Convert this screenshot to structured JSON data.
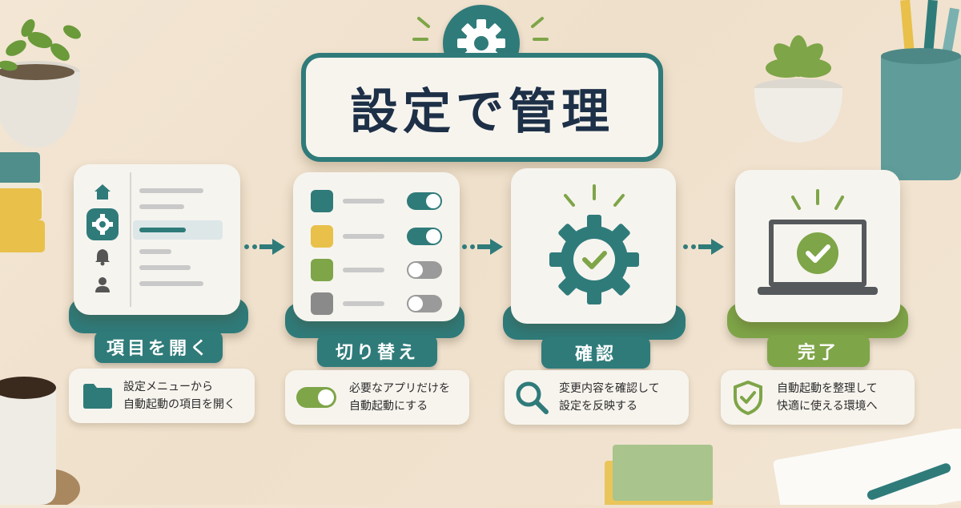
{
  "title": "設定で管理",
  "steps": [
    {
      "label": "項目を開く",
      "desc1": "設定メニューから",
      "desc2": "自動起動の項目を開く"
    },
    {
      "label": "切り替え",
      "desc1": "必要なアプリだけを",
      "desc2": "自動起動にする"
    },
    {
      "label": "確認",
      "desc1": "変更内容を確認して",
      "desc2": "設定を反映する"
    },
    {
      "label": "完了",
      "desc1": "自動起動を整理して",
      "desc2": "快適に使える環境へ"
    }
  ],
  "colors": {
    "teal": "#2f7b7a",
    "green": "#7ea548",
    "yellow": "#e8c04a",
    "gray": "#8a8a8a",
    "navy": "#1d3047"
  },
  "icons": [
    "gear-icon",
    "home-icon",
    "bell-icon",
    "user-icon",
    "folder-icon",
    "toggle-icon",
    "magnifier-icon",
    "shield-check-icon",
    "laptop-check-icon",
    "gear-check-icon"
  ]
}
